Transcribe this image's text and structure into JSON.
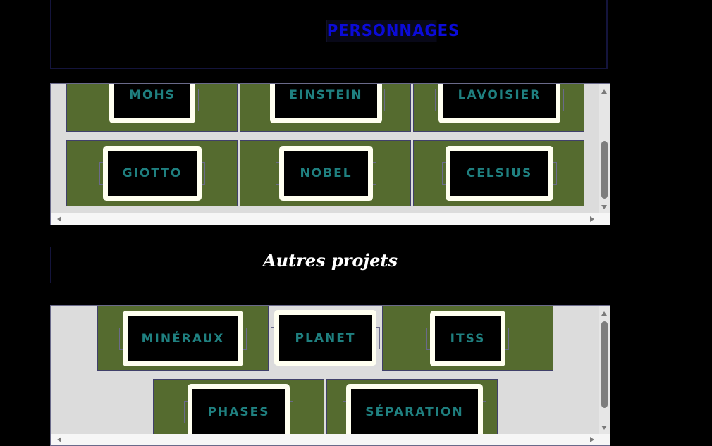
{
  "header": {
    "title": "PERSONNAGES"
  },
  "characters": [
    {
      "label": "MOHS"
    },
    {
      "label": "EINSTEIN"
    },
    {
      "label": "LAVOISIER"
    },
    {
      "label": "GIOTTO"
    },
    {
      "label": "NOBEL"
    },
    {
      "label": "CELSIUS"
    }
  ],
  "other_projects": {
    "title": "Autres projets",
    "items": [
      {
        "label": "MINÉRAUX"
      },
      {
        "label": "PLANET"
      },
      {
        "label": "ITSS"
      },
      {
        "label": "PHASES"
      },
      {
        "label": "SÉPARATION"
      }
    ]
  },
  "colors": {
    "background": "#000000",
    "tile": "#556b2f",
    "button_text": "#1f8080",
    "button_border": "#fffff0",
    "title_text": "#0b0bd8"
  }
}
